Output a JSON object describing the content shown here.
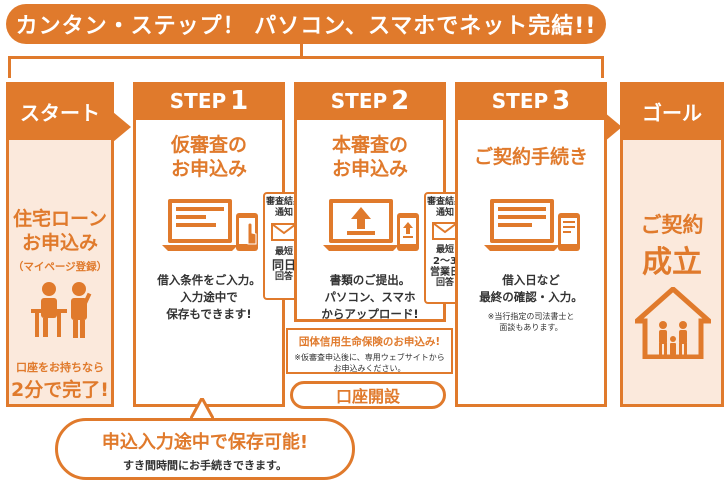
{
  "banner": {
    "text": "カンタン・ステップ！ パソコン、スマホでネット完結!!"
  },
  "start": {
    "head": "スタート",
    "title_line1": "住宅ローン",
    "title_line2": "お申込み",
    "sub": "（マイページ登録）",
    "note": "口座をお持ちなら",
    "note_big": "2分で完了!"
  },
  "steps": [
    {
      "label": "STEP",
      "num": "1",
      "title_line1": "仮審査の",
      "title_line2": "お申込み",
      "desc": [
        "借入条件をご入力。",
        "入力途中で",
        "保存もできます!"
      ]
    },
    {
      "label": "STEP",
      "num": "2",
      "title_line1": "本審査の",
      "title_line2": "お申込み",
      "desc": [
        "書類のご提出。",
        "パソコン、スマホ",
        "からアップロード!"
      ]
    },
    {
      "label": "STEP",
      "num": "3",
      "title_line1": "ご契約手続き",
      "desc": [
        "借入日など",
        "最終の確認・入力。"
      ],
      "small": [
        "※当行指定の司法書士と",
        "面談もあります。"
      ]
    }
  ],
  "notify1": {
    "line1": "審査結果",
    "line2": "通知",
    "line3": "最短",
    "line4": "同日",
    "line5": "回答"
  },
  "notify2": {
    "line1": "審査結果",
    "line2": "通知",
    "line3": "最短",
    "line4": "2～3",
    "line5": "営業日",
    "line6": "回答"
  },
  "insurance": {
    "title": "団体信用生命保険のお申込み!",
    "note1": "※仮審査申込後に、専用ウェブサイトから",
    "note2": "お申込みください。"
  },
  "account": {
    "label": "口座開設"
  },
  "goal": {
    "head": "ゴール",
    "line1": "ご契約",
    "line2": "成立"
  },
  "callout": {
    "line1": "申込入力途中で保存可能!",
    "line2": "すき間時間にお手続きできます。"
  },
  "colors": {
    "accent": "#e07a2c",
    "light": "#fbe9dc"
  }
}
